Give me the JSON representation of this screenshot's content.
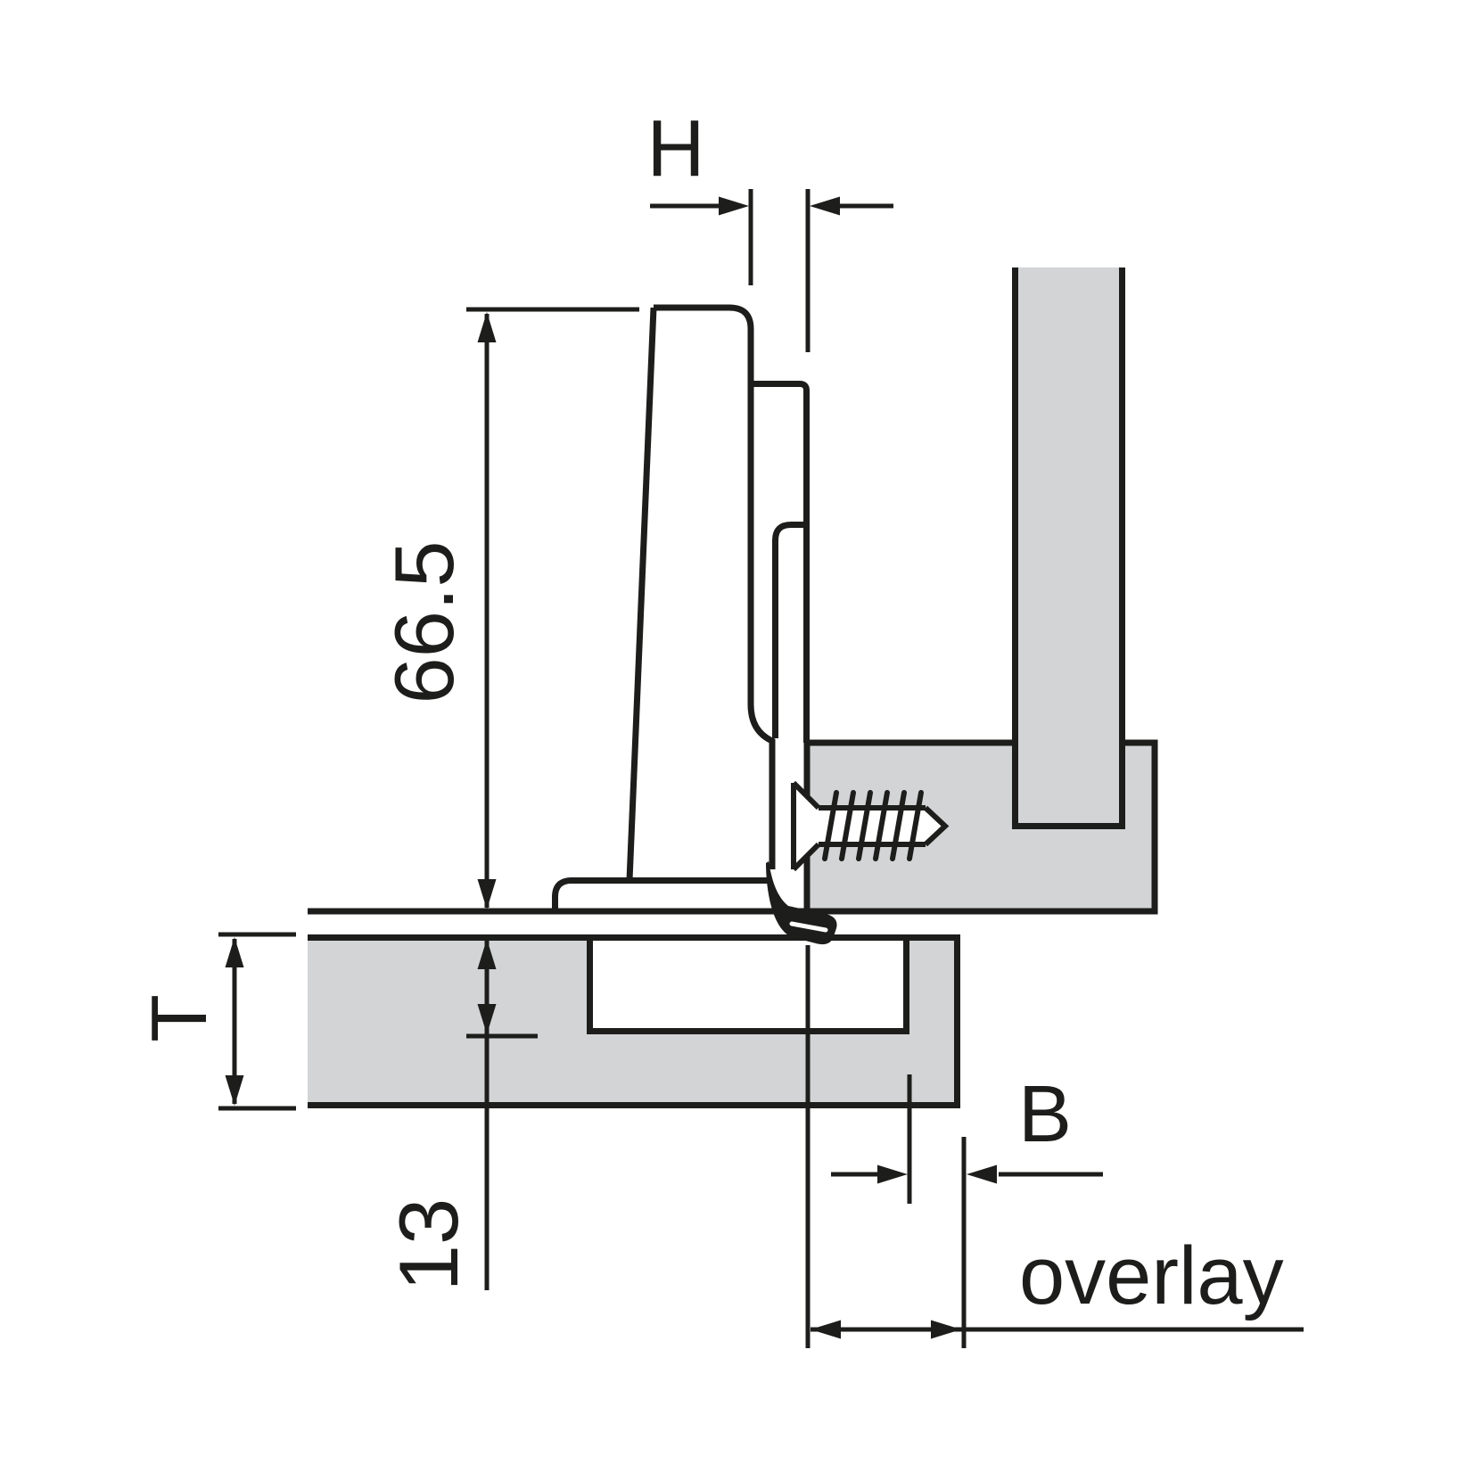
{
  "colors": {
    "line": "#1d1d1b",
    "wood_fill": "#d2d4d6",
    "background": "#ffffff"
  },
  "labels": {
    "plate_distance": "H",
    "arm_height": "66.5",
    "door_thickness": "T",
    "drilling_depth": "13",
    "drilling_distance": "B",
    "overlay": "overlay"
  }
}
